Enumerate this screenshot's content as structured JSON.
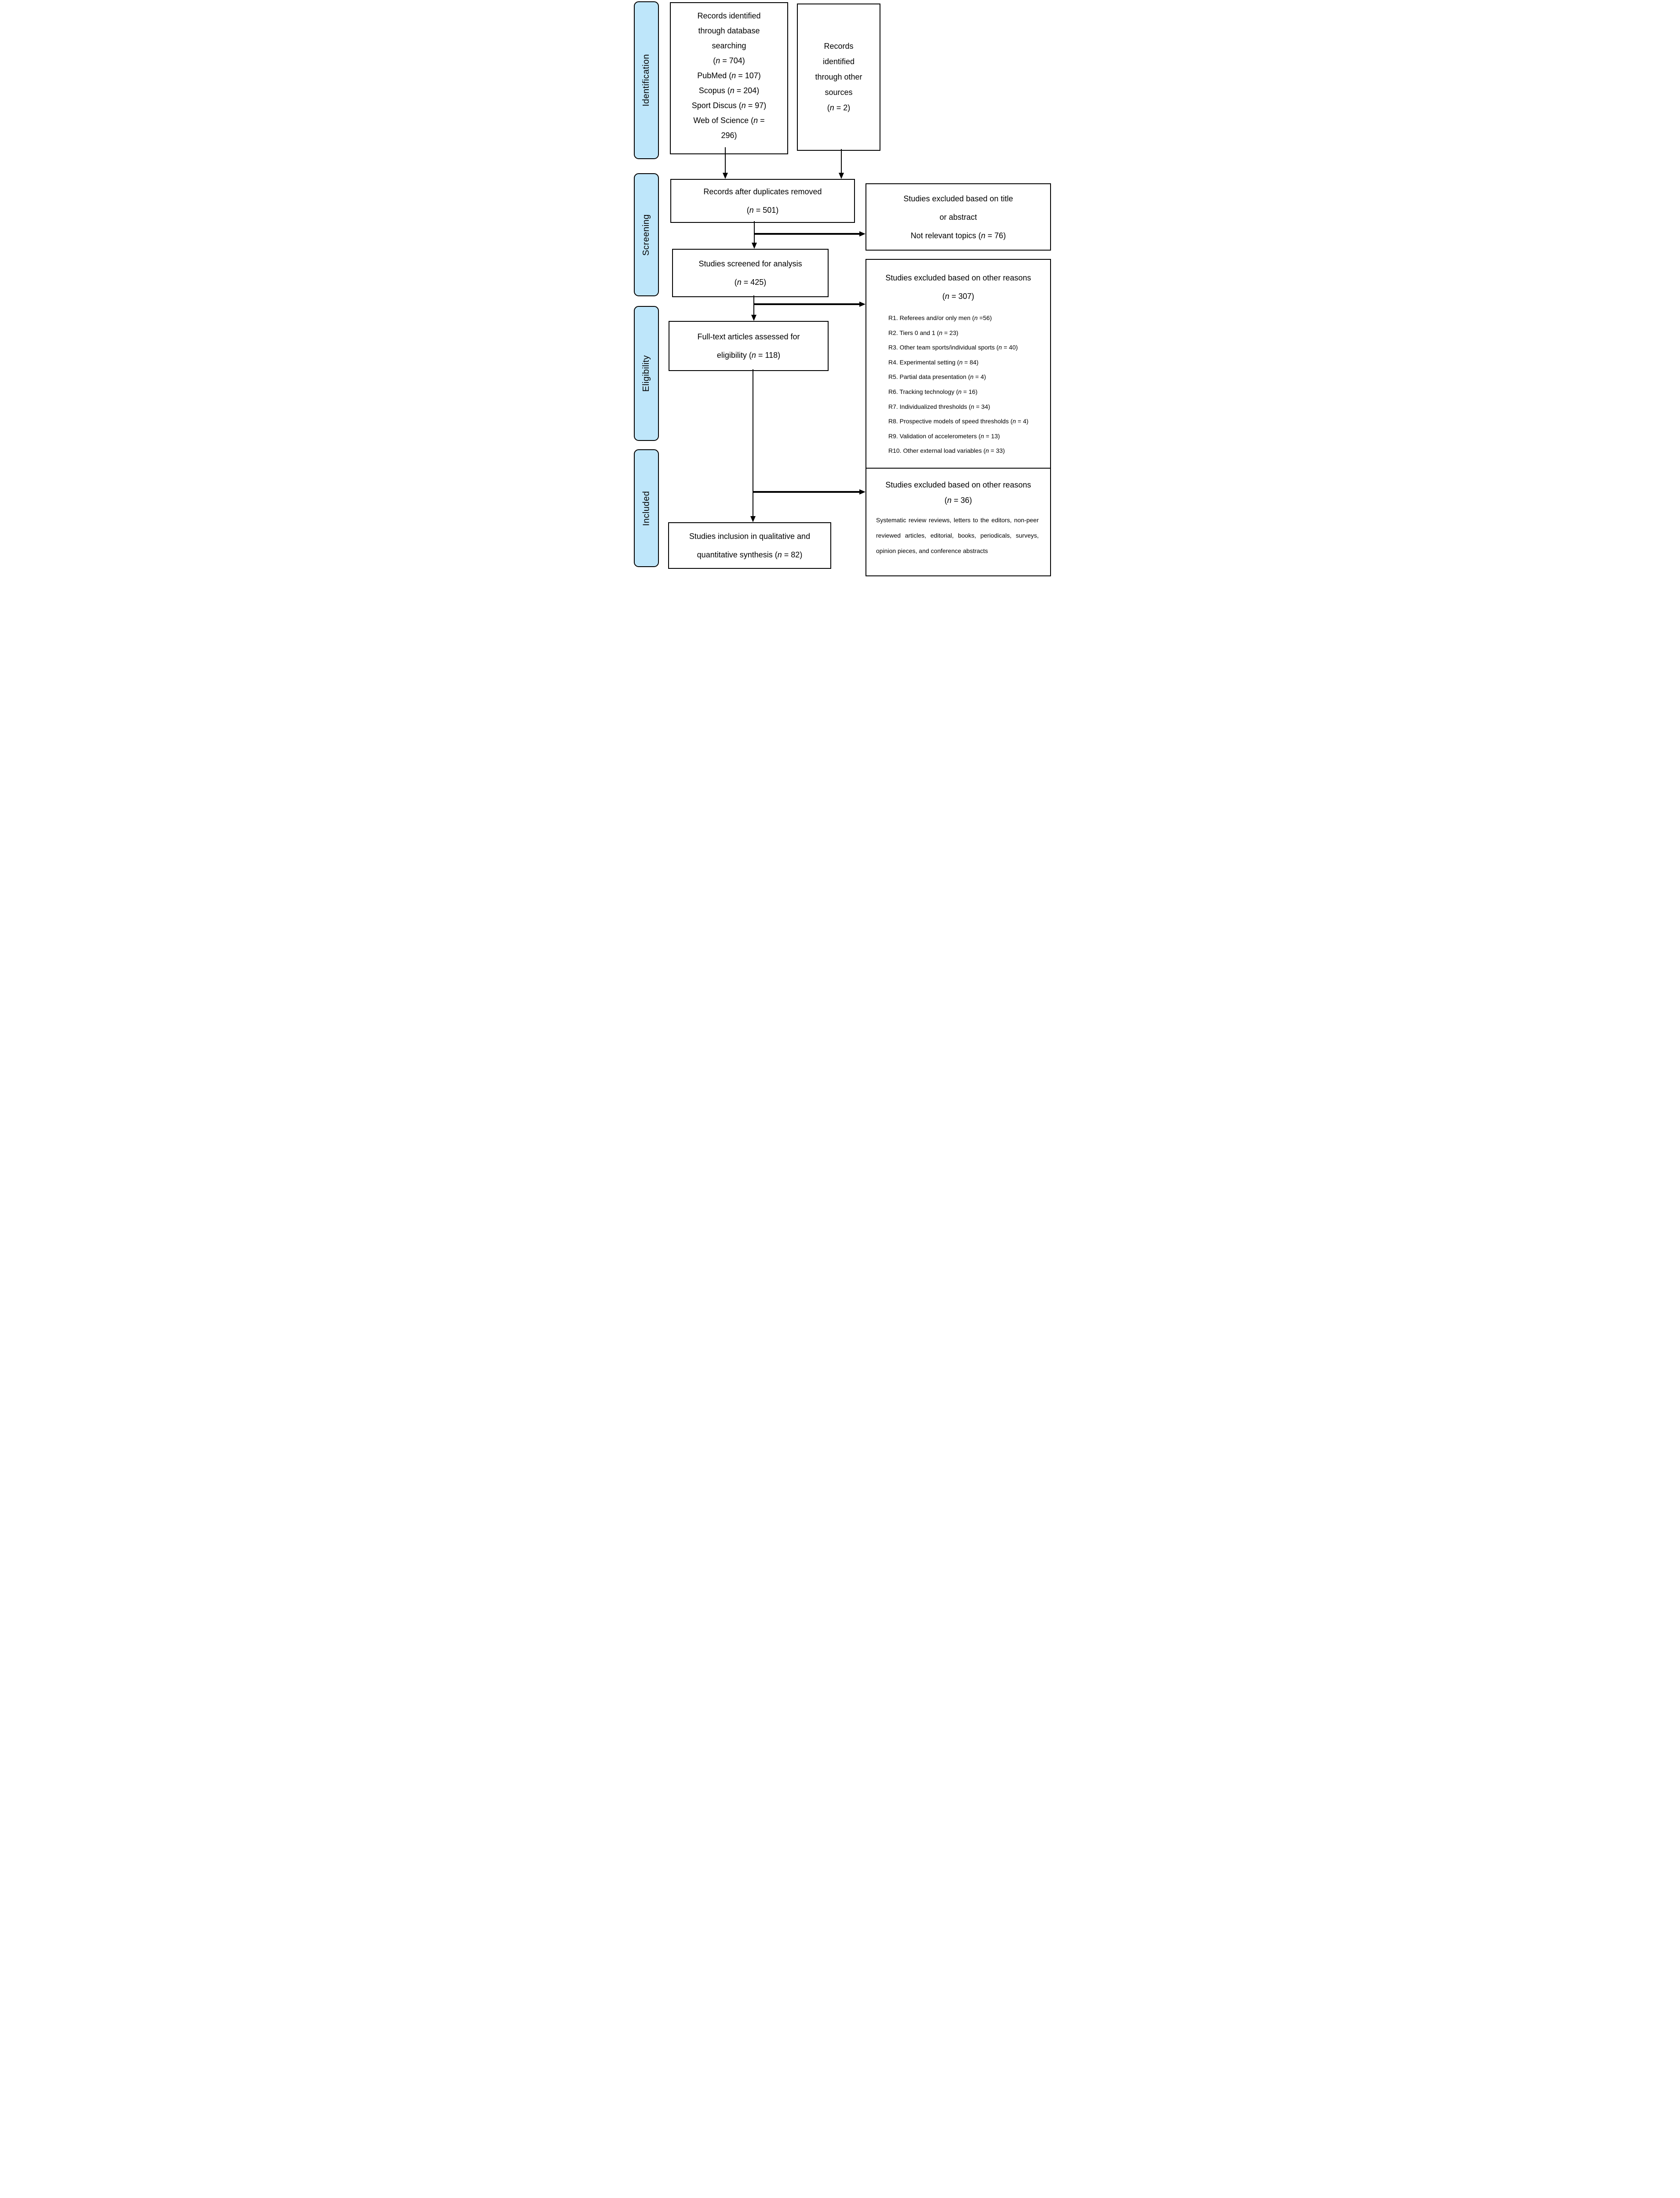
{
  "colors": {
    "stage_fill": "#bee6fa",
    "ink": "#000000",
    "background": "#ffffff"
  },
  "stages": [
    {
      "label": "Identification"
    },
    {
      "label": "Screening"
    },
    {
      "label": "Eligibility"
    },
    {
      "label": "Included"
    }
  ],
  "boxes": {
    "db_search": {
      "lines": [
        "Records identified",
        "through database",
        "searching",
        "(n = 704)",
        "PubMed (n = 107)",
        "Scopus (n = 204)",
        "Sport Discus (n = 97)",
        "Web of Science (n =",
        "296)"
      ]
    },
    "other_sources": {
      "lines": [
        "Records",
        "identified",
        "through other",
        "sources",
        "(n = 2)"
      ]
    },
    "duplicates_removed": {
      "lines": [
        "Records after duplicates removed",
        "(n = 501)"
      ]
    },
    "excluded_title_abstract": {
      "lines": [
        "Studies excluded based on title",
        "or abstract",
        "Not relevant topics (n = 76)"
      ]
    },
    "screened": {
      "lines": [
        "Studies screened for analysis",
        "(n = 425)"
      ]
    },
    "excluded_other_reasons_307": {
      "title_lines": [
        "Studies excluded based on other reasons",
        "(n = 307)"
      ],
      "items": [
        "R1. Referees and/or only men (n =56)",
        "R2. Tiers 0 and 1 (n = 23)",
        "R3. Other team sports/individual sports (n = 40)",
        "R4. Experimental setting (n = 84)",
        "R5. Partial data presentation (n = 4)",
        "R6. Tracking technology (n = 16)",
        "R7. Individualized thresholds (n = 34)",
        "R8. Prospective models of speed thresholds (n = 4)",
        "R9. Validation of accelerometers (n = 13)",
        "R10. Other external load variables (n = 33)"
      ]
    },
    "full_text": {
      "lines": [
        "Full-text articles assessed for",
        "eligibility (n = 118)"
      ]
    },
    "excluded_other_reasons_36": {
      "title_lines": [
        "Studies excluded based on other reasons",
        "(n = 36)"
      ],
      "body": "Systematic review reviews, letters to the editors, non-peer reviewed articles, editorial, books, periodicals, surveys, opinion pieces, and conference abstracts"
    },
    "included_synthesis": {
      "lines": [
        "Studies inclusion in qualitative and",
        "quantitative synthesis (n = 82)"
      ]
    }
  }
}
